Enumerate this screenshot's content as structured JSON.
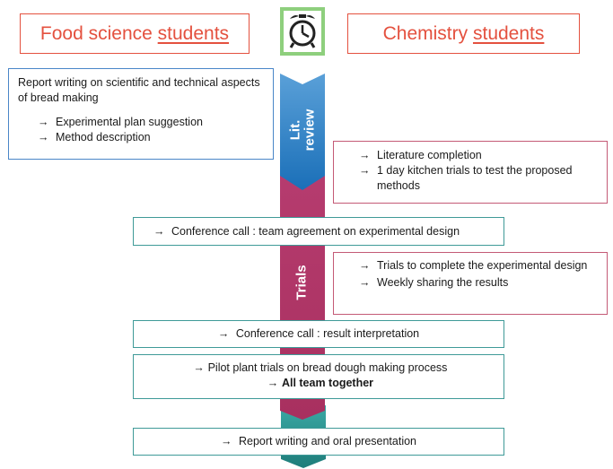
{
  "headers": {
    "food_science_prefix": "Food science ",
    "food_science_underlined": "students",
    "chemistry_prefix": "Chemistry ",
    "chemistry_underlined": "students"
  },
  "icons": {
    "timer": "alarm-clock-icon",
    "arrow": "→"
  },
  "timeline_labels": {
    "lit_review_line1": "Lit.",
    "lit_review_line2": "review",
    "trials": "Trials"
  },
  "boxes": {
    "food_report": {
      "intro": "Report writing on scientific and technical aspects of bread making",
      "items": [
        "Experimental plan suggestion",
        "Method description"
      ]
    },
    "chem_literature": {
      "items": [
        "Literature completion",
        "1 day kitchen trials to test the proposed methods"
      ]
    },
    "conference_design": {
      "text": "Conference call : team agreement on experimental design"
    },
    "chem_trials": {
      "items": [
        "Trials to complete the experimental design",
        "Weekly sharing the results"
      ]
    },
    "conference_results": {
      "text": "Conference call : result interpretation"
    },
    "pilot_plant": {
      "line1": "Pilot plant trials on bread dough making process",
      "line2": "All team together"
    },
    "final_report": {
      "text": "Report writing and oral presentation"
    }
  },
  "colors": {
    "header_red": "#e4513f",
    "clock_green": "#8ecf7d",
    "lit_blue": "#1f78c0",
    "trials_magenta": "#b0386a",
    "final_teal": "#2e8f8c",
    "box_blue": "#4a86c8",
    "box_teal": "#3f9a98",
    "box_pink": "#c45a76"
  }
}
